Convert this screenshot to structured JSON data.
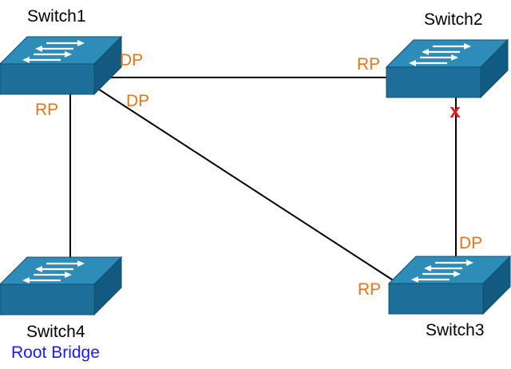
{
  "switches": {
    "s1": {
      "name": "Switch1"
    },
    "s2": {
      "name": "Switch2"
    },
    "s3": {
      "name": "Switch3"
    },
    "s4": {
      "name": "Switch4",
      "role": "Root Bridge"
    }
  },
  "ports": {
    "s1_to_s2": "DP",
    "s1_to_s3": "DP",
    "s1_to_s4": "RP",
    "s2_to_s1": "RP",
    "s3_to_s2": "DP",
    "s3_to_s1": "RP"
  },
  "blocked_marker": "x",
  "colors": {
    "switch_top": "#2e8cb8",
    "switch_front": "#1d6f99",
    "switch_side": "#135a80",
    "port_label": "#e8751a",
    "root_label": "#1a1aff",
    "blocked": "#e31b1b",
    "link": "#000000"
  }
}
